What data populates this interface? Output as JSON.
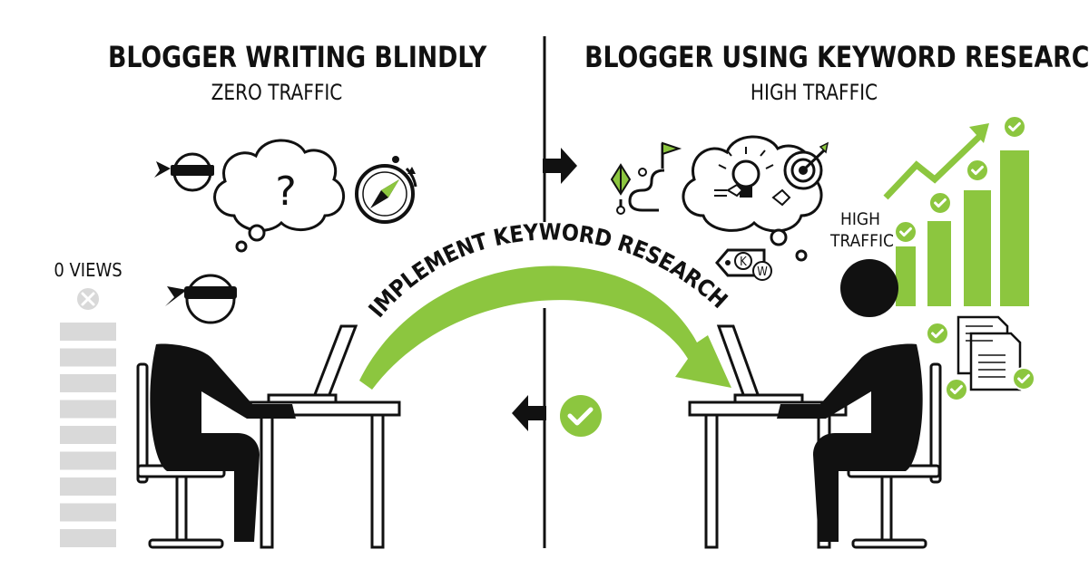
{
  "left_panel": {
    "title": "BLOGGER WRITING BLINDLY",
    "subtitle": "ZERO TRAFFIC",
    "views_label": "0 VIEWS"
  },
  "right_panel": {
    "title": "BLOGGER USING KEYWORD RESEARCH",
    "subtitle": "HIGH TRAFFIC",
    "traffic_label_line1": "HIGH",
    "traffic_label_line2": "TRAFFIC",
    "keyword_tag_letters": [
      "K",
      "W"
    ]
  },
  "transition": {
    "arrow_label": "IMPLEMENT KEYWORD RESEARCH"
  },
  "colors": {
    "accent_green": "#8cc63f",
    "ink": "#111111",
    "gray_bar": "#d9d9d9"
  }
}
